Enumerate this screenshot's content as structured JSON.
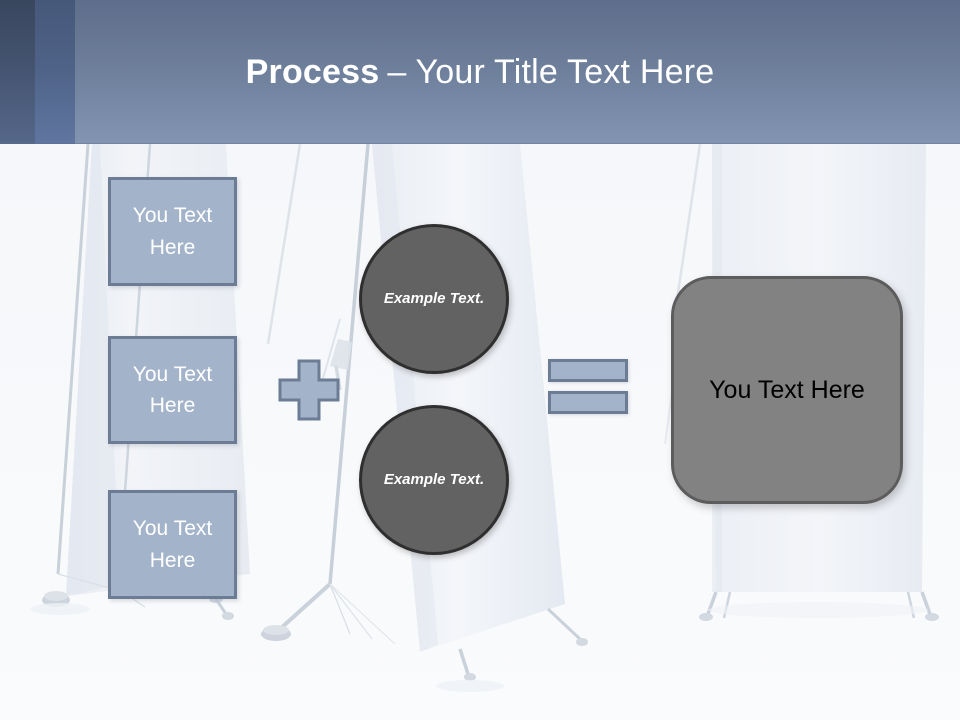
{
  "header": {
    "title_strong": "Process",
    "title_rest": "– Your Title Text Here",
    "bg_gradient_top": "#5d6e8b",
    "bg_gradient_bottom": "#8294b2",
    "band_dark": "#39465e",
    "band_mid": "#46587a",
    "title_color": "#ffffff"
  },
  "diagram": {
    "input_boxes": [
      {
        "label": "You Text Here"
      },
      {
        "label": "You Text Here"
      },
      {
        "label": "You Text Here"
      }
    ],
    "operators": {
      "plus": "+",
      "equals": "="
    },
    "circles": [
      {
        "label": "Example Text."
      },
      {
        "label": "Example Text."
      }
    ],
    "result": {
      "label": "You Text Here"
    },
    "colors": {
      "box_fill": "#a3b4ca",
      "box_border": "#6b7c94",
      "box_text": "#ffffff",
      "circle_fill": "#626262",
      "circle_border": "#2f2f2f",
      "circle_text": "#ffffff",
      "result_fill": "#828282",
      "result_border": "#5c5c5c",
      "result_text": "#000000"
    }
  },
  "background": {
    "description": "roll-up banner stands photograph",
    "base_color": "#f7f9fb",
    "panel_color": "#eceff5",
    "pole_color": "#cfd6de"
  }
}
